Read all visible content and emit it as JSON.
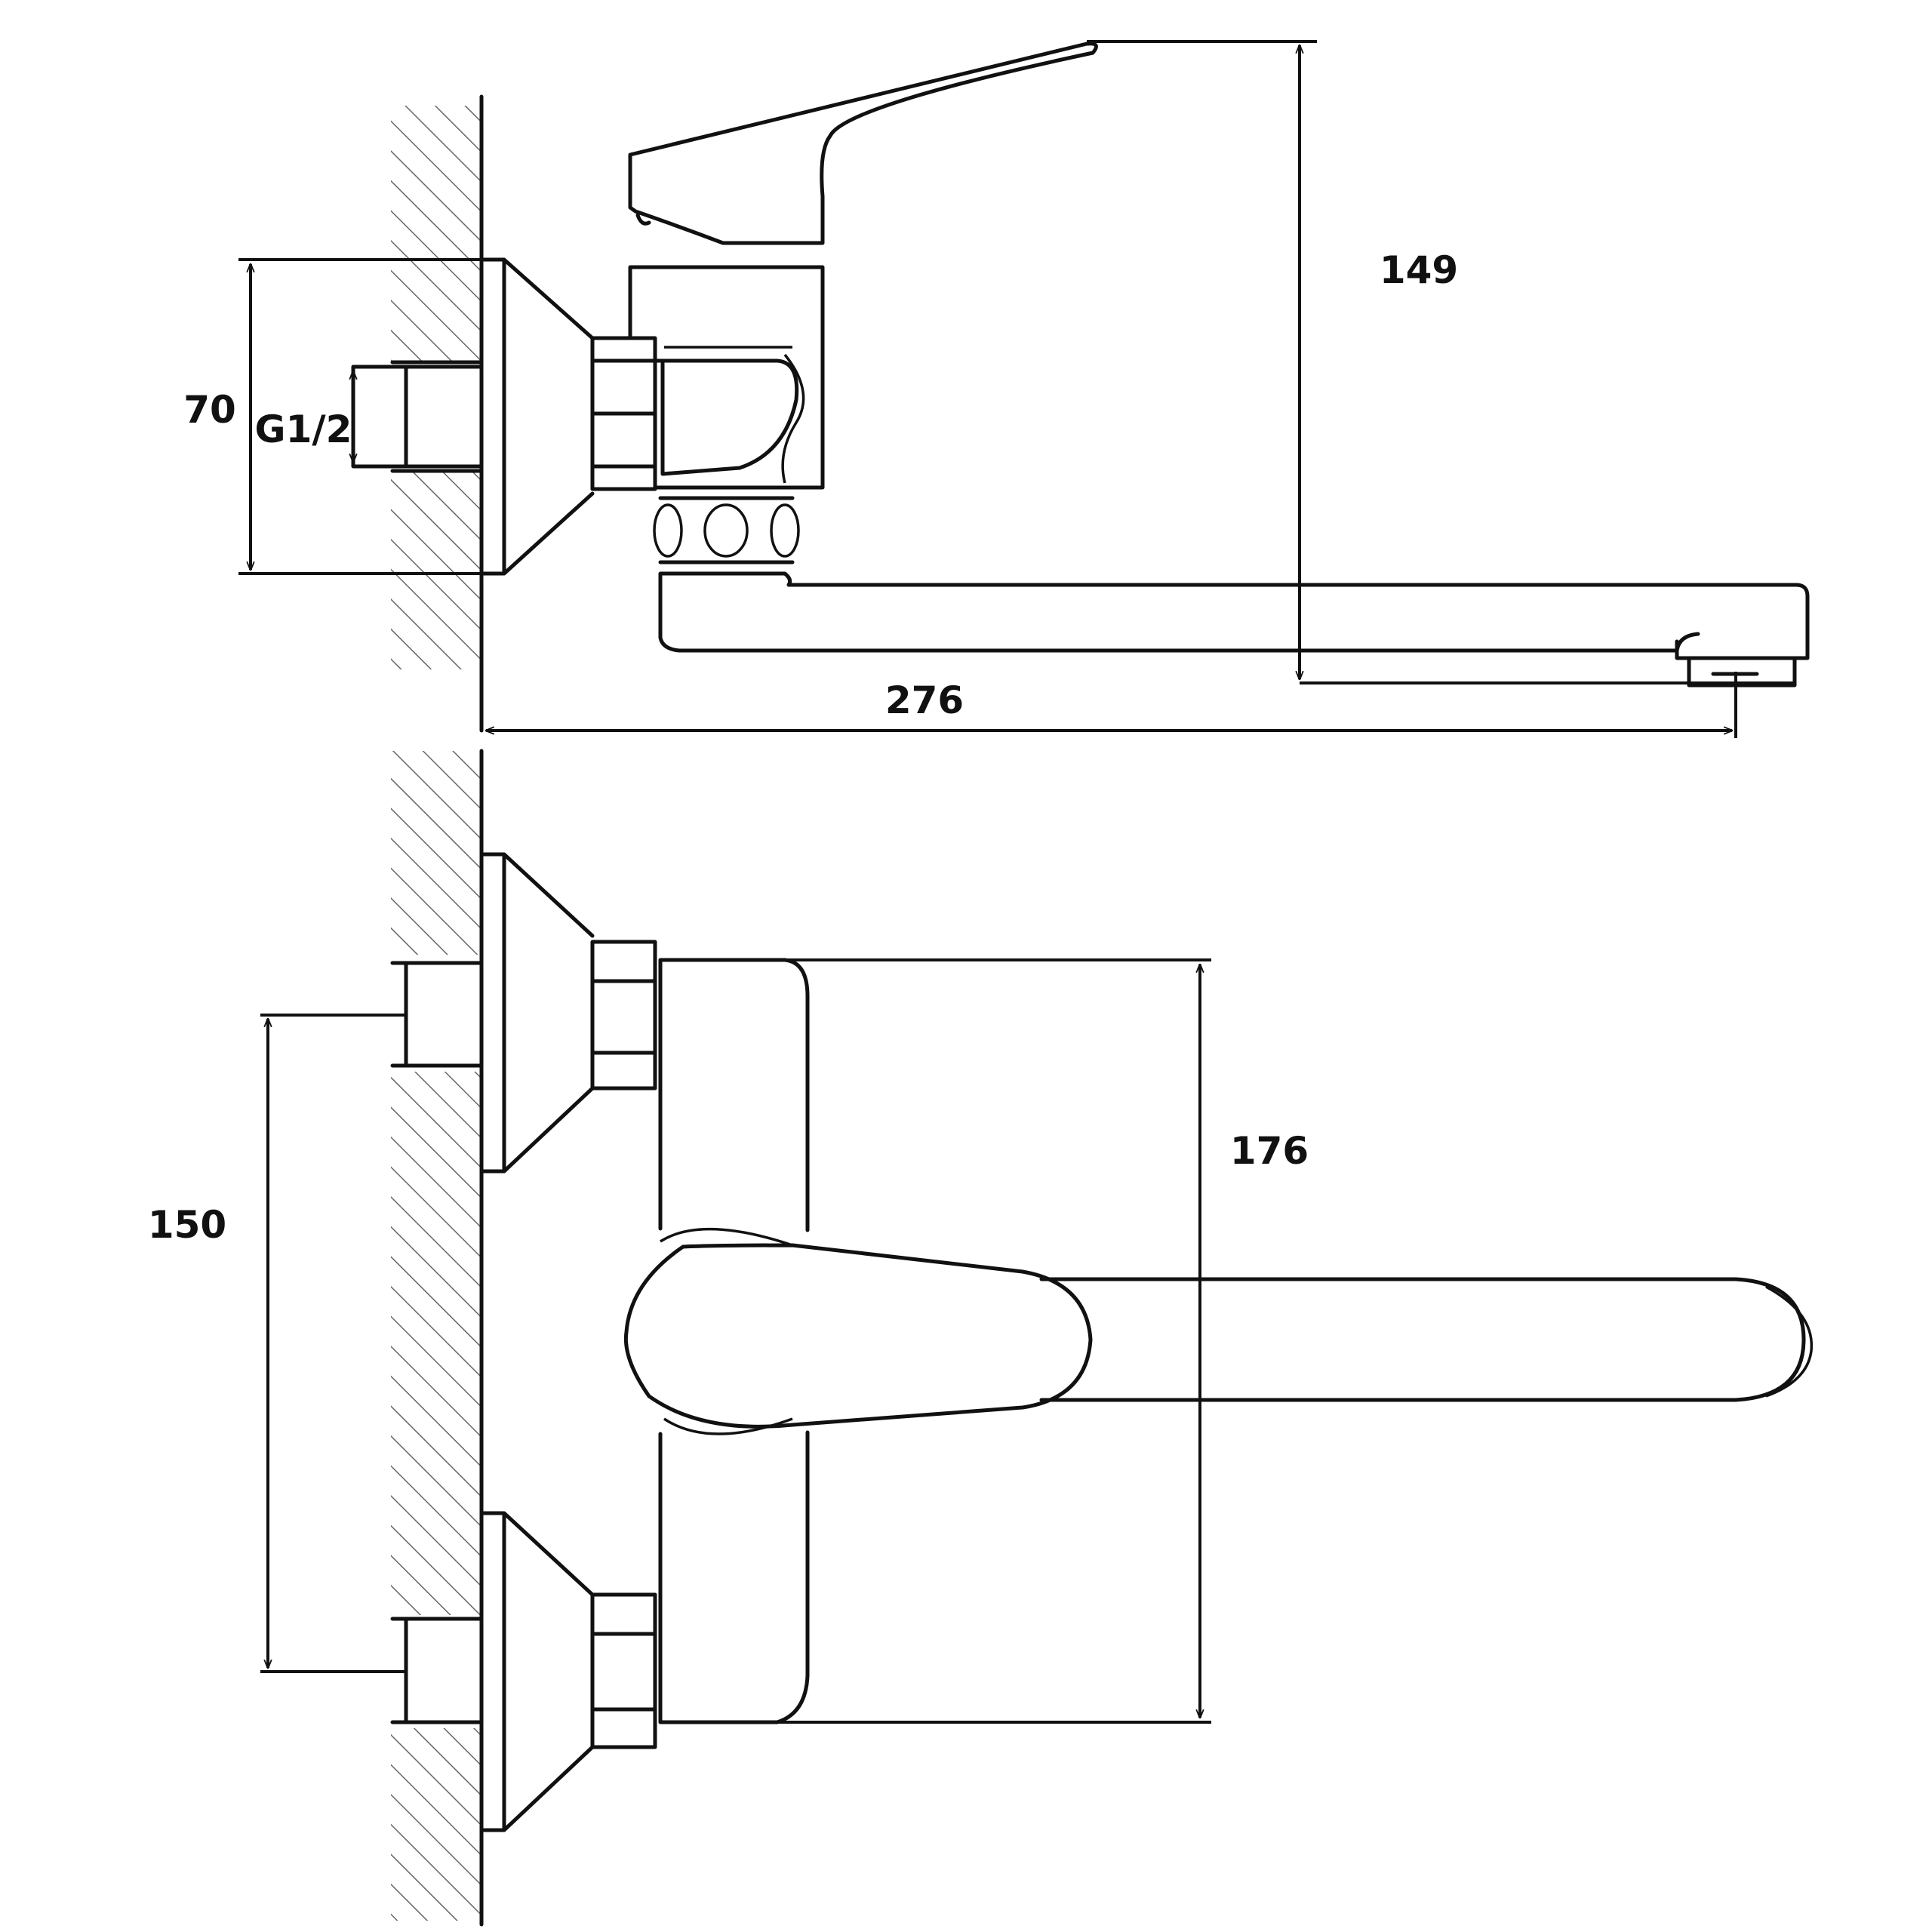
{
  "dimensions": {
    "height_total": "149",
    "body_diameter": "70",
    "thread": "G1/2",
    "spout_reach": "276",
    "inlet_spacing": "150",
    "body_height": "176"
  },
  "colors": {
    "line": "#111111",
    "hatch": "#666666",
    "background": "#ffffff"
  }
}
